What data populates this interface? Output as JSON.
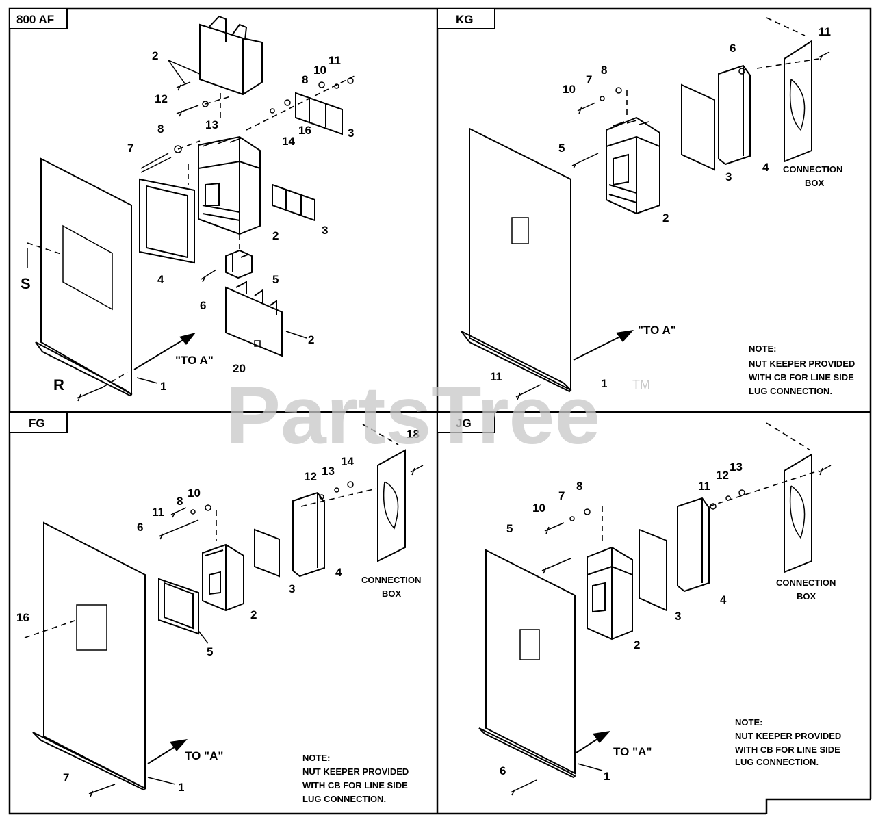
{
  "watermark": {
    "text": "PartsTree",
    "tm": "TM"
  },
  "panels": {
    "af800": {
      "tag": "800 AF",
      "arrow_label": "\"TO A\"",
      "callouts": [
        "2",
        "12",
        "13",
        "8",
        "10",
        "11",
        "14",
        "16",
        "3",
        "7",
        "8",
        "2",
        "3",
        "4",
        "5",
        "6",
        "2",
        "20",
        "1",
        "S",
        "R"
      ]
    },
    "kg": {
      "tag": "KG",
      "arrow_label": "\"TO A\"",
      "callouts": [
        "11",
        "6",
        "10",
        "7",
        "8",
        "5",
        "3",
        "4",
        "2",
        "11",
        "1"
      ],
      "connection_box": [
        "CONNECTION",
        "BOX"
      ],
      "note": [
        "NOTE:",
        "NUT KEEPER PROVIDED",
        "WITH CB FOR LINE SIDE",
        "LUG CONNECTION."
      ]
    },
    "fg": {
      "tag": "FG",
      "arrow_label": "TO \"A\"",
      "callouts": [
        "18",
        "12",
        "13",
        "14",
        "11",
        "8",
        "10",
        "6",
        "3",
        "4",
        "2",
        "5",
        "16",
        "7",
        "1"
      ],
      "connection_box": [
        "CONNECTION",
        "BOX"
      ],
      "note": [
        "NOTE:",
        "NUT KEEPER PROVIDED",
        "WITH CB FOR LINE SIDE",
        "LUG CONNECTION."
      ]
    },
    "jg": {
      "tag": "JG",
      "arrow_label": "TO \"A\"",
      "callouts": [
        "13",
        "11",
        "12",
        "7",
        "8",
        "10",
        "5",
        "4",
        "3",
        "2",
        "6",
        "1"
      ],
      "connection_box": [
        "CONNECTION",
        "BOX"
      ],
      "note": [
        "NOTE:",
        "NUT KEEPER PROVIDED",
        "WITH CB FOR LINE SIDE",
        "LUG CONNECTION."
      ]
    }
  }
}
